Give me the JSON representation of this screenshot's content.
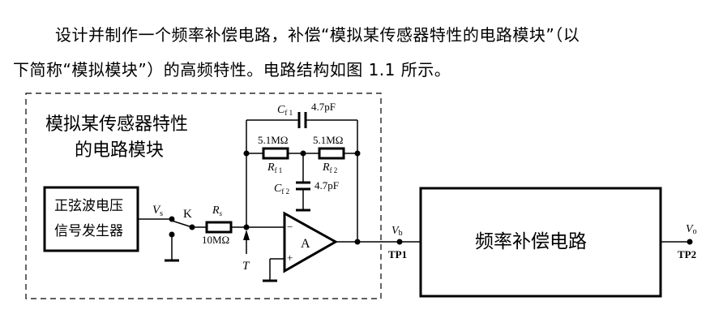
{
  "paragraph": {
    "line1": "设计并制作一个频率补偿电路，补偿“模拟某传感器特性的电路模块”（以",
    "line2": "下简称“模拟模块”）的高频特性。电路结构如图 1.1 所示。"
  },
  "diagram": {
    "module_title_line1": "模拟某传感器特性",
    "module_title_line2": "的电路模块",
    "generator_line1": "正弦波电压",
    "generator_line2": "信号发生器",
    "vs_label": "V",
    "vs_sub": "s",
    "switch_label": "K",
    "rs_label": "R",
    "rs_sub": "s",
    "rs_value": "10MΩ",
    "t_label": "T",
    "cf1_label": "C",
    "cf1_sub": "f 1",
    "cf1_value": "4.7pF",
    "rf1_label": "R",
    "rf1_sub": "f 1",
    "rf1_value": "5.1MΩ",
    "rf2_label": "R",
    "rf2_sub": "f 2",
    "rf2_value": "5.1MΩ",
    "cf2_label": "C",
    "cf2_sub": "f 2",
    "cf2_value": "4.7pF",
    "opamp_label": "A",
    "opamp_minus": "−",
    "opamp_plus": "+",
    "vb_label": "V",
    "vb_sub": "b",
    "tp1_label": "TP1",
    "comp_block_label": "频率补偿电路",
    "vo_label": "V",
    "vo_sub": "o",
    "tp2_label": "TP2"
  }
}
